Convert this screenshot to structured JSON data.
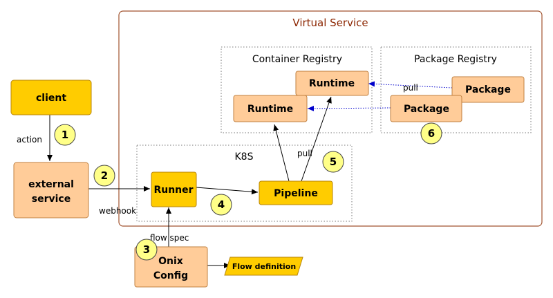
{
  "title": "Virtual Service",
  "groups": {
    "container_registry": "Container Registry",
    "package_registry": "Package Registry",
    "k8s": "K8S"
  },
  "nodes": {
    "client": "client",
    "external_service_line1": "external",
    "external_service_line2": "service",
    "runner": "Runner",
    "pipeline": "Pipeline",
    "runtime_back": "Runtime",
    "runtime_front": "Runtime",
    "package_back": "Package",
    "package_front": "Package",
    "onix_line1": "Onix",
    "onix_line2": "Config",
    "flow_definition": "Flow definition"
  },
  "edges": {
    "action": "action",
    "webhook": "webhook",
    "flow_spec": "flow spec",
    "pull_pipeline": "pull",
    "pull_registry": "pull"
  },
  "steps": [
    "1",
    "2",
    "3",
    "4",
    "5",
    "6"
  ],
  "colors": {
    "title": "#8b2500",
    "virtual_service_border": "#a0522d",
    "yellow_fill": "#ffcc00",
    "yellow_border": "#b8860b",
    "peach_fill": "#ffcc99",
    "peach_border": "#c08040",
    "step_fill": "#ffff88",
    "dotted_arrow": "#0000cc"
  }
}
